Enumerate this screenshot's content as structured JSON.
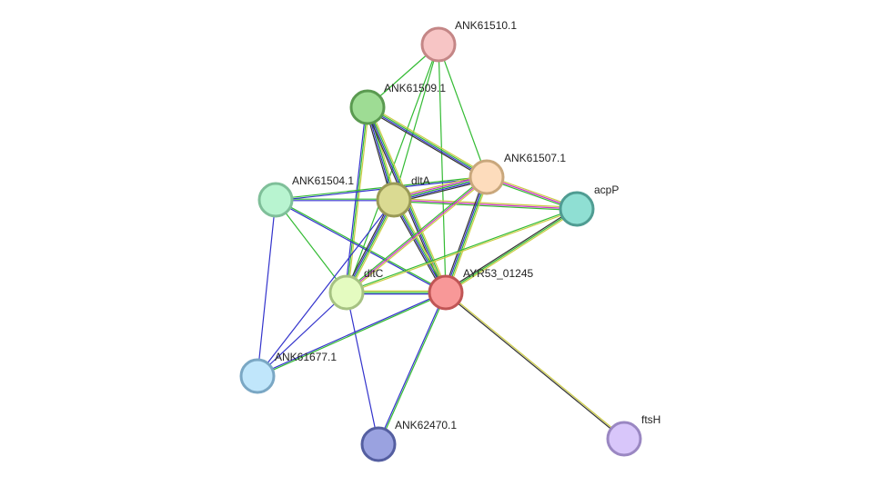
{
  "network": {
    "nodes": [
      {
        "id": "ANK61510.1",
        "label": "ANK61510.1",
        "fill": "#f7c5c5",
        "stroke": "#c48686"
      },
      {
        "id": "ANK61509.1",
        "label": "ANK61509.1",
        "fill": "#9edc94",
        "stroke": "#5a9a50"
      },
      {
        "id": "ANK61507.1",
        "label": "ANK61507.1",
        "fill": "#fddcbc",
        "stroke": "#c9a77c"
      },
      {
        "id": "acpP",
        "label": "acpP",
        "fill": "#8fdfd3",
        "stroke": "#4f9c92"
      },
      {
        "id": "ANK61504.1",
        "label": "ANK61504.1",
        "fill": "#b8f4d0",
        "stroke": "#7fbf99"
      },
      {
        "id": "dltA",
        "label": "dltA",
        "fill": "#dada92",
        "stroke": "#9a9a56"
      },
      {
        "id": "dltC",
        "label": "dltC",
        "fill": "#e4fbc0",
        "stroke": "#a6c282"
      },
      {
        "id": "AYR53_01245",
        "label": "AYR53_01245",
        "fill": "#f89898",
        "stroke": "#c05555"
      },
      {
        "id": "ANK61677.1",
        "label": "ANK61677.1",
        "fill": "#c0e6fb",
        "stroke": "#7aa7c4"
      },
      {
        "id": "ANK62470.1",
        "label": "ANK62470.1",
        "fill": "#9aa2e0",
        "stroke": "#545ea0"
      },
      {
        "id": "ftsH",
        "label": "ftsH",
        "fill": "#d8c6fa",
        "stroke": "#9a87c2"
      }
    ],
    "edges": [
      {
        "source": "ANK61510.1",
        "target": "ANK61509.1",
        "colors": [
          "#33bb33"
        ]
      },
      {
        "source": "ANK61510.1",
        "target": "dltA",
        "colors": [
          "#33bb33"
        ]
      },
      {
        "source": "ANK61510.1",
        "target": "ANK61507.1",
        "colors": [
          "#33bb33"
        ]
      },
      {
        "source": "ANK61510.1",
        "target": "AYR53_01245",
        "colors": [
          "#33bb33"
        ]
      },
      {
        "source": "ANK61510.1",
        "target": "dltC",
        "colors": [
          "#33bb33"
        ]
      },
      {
        "source": "ANK61509.1",
        "target": "dltA",
        "colors": [
          "#cccc44",
          "#33bb33",
          "#3333cc",
          "#333333"
        ]
      },
      {
        "source": "ANK61509.1",
        "target": "ANK61507.1",
        "colors": [
          "#cccc44",
          "#33bb33",
          "#3333cc",
          "#333333"
        ]
      },
      {
        "source": "ANK61509.1",
        "target": "AYR53_01245",
        "colors": [
          "#cccc44",
          "#33bb33",
          "#3333cc",
          "#333333"
        ]
      },
      {
        "source": "ANK61509.1",
        "target": "dltC",
        "colors": [
          "#cccc44",
          "#33bb33",
          "#3333cc"
        ]
      },
      {
        "source": "ANK61504.1",
        "target": "dltA",
        "colors": [
          "#33bb33",
          "#3333cc"
        ]
      },
      {
        "source": "ANK61504.1",
        "target": "ANK61507.1",
        "colors": [
          "#33bb33",
          "#3333cc"
        ]
      },
      {
        "source": "ANK61504.1",
        "target": "AYR53_01245",
        "colors": [
          "#33bb33",
          "#3333cc"
        ]
      },
      {
        "source": "ANK61504.1",
        "target": "dltC",
        "colors": [
          "#33bb33"
        ]
      },
      {
        "source": "ANK61504.1",
        "target": "ANK61677.1",
        "colors": [
          "#3333cc"
        ]
      },
      {
        "source": "dltA",
        "target": "ANK61507.1",
        "colors": [
          "#cccc44",
          "#cc33cc",
          "#33bb33",
          "#3333cc",
          "#333333"
        ]
      },
      {
        "source": "dltA",
        "target": "acpP",
        "colors": [
          "#cccc44",
          "#cc33cc",
          "#33bb33"
        ]
      },
      {
        "source": "dltA",
        "target": "AYR53_01245",
        "colors": [
          "#cccc44",
          "#33bb33",
          "#3333cc",
          "#333333"
        ]
      },
      {
        "source": "dltA",
        "target": "dltC",
        "colors": [
          "#cccc44",
          "#33bb33",
          "#3333cc",
          "#333333"
        ]
      },
      {
        "source": "ANK61507.1",
        "target": "acpP",
        "colors": [
          "#cccc44",
          "#cc33cc",
          "#33bb33"
        ]
      },
      {
        "source": "ANK61507.1",
        "target": "AYR53_01245",
        "colors": [
          "#cccc44",
          "#33bb33",
          "#3333cc",
          "#333333"
        ]
      },
      {
        "source": "ANK61507.1",
        "target": "dltC",
        "colors": [
          "#cccc44",
          "#cc33cc",
          "#33bb33"
        ]
      },
      {
        "source": "acpP",
        "target": "AYR53_01245",
        "colors": [
          "#cccc44",
          "#33bb33",
          "#333333"
        ]
      },
      {
        "source": "acpP",
        "target": "dltC",
        "colors": [
          "#cccc44",
          "#33bb33"
        ]
      },
      {
        "source": "dltC",
        "target": "AYR53_01245",
        "colors": [
          "#cccc44",
          "#33bb33",
          "#3333cc"
        ]
      },
      {
        "source": "dltC",
        "target": "ANK61677.1",
        "colors": [
          "#3333cc"
        ]
      },
      {
        "source": "dltC",
        "target": "ANK62470.1",
        "colors": [
          "#3333cc"
        ]
      },
      {
        "source": "dltA",
        "target": "ANK61677.1",
        "colors": [
          "#3333cc"
        ]
      },
      {
        "source": "AYR53_01245",
        "target": "ANK61677.1",
        "colors": [
          "#33bb33",
          "#3333cc"
        ]
      },
      {
        "source": "AYR53_01245",
        "target": "ANK62470.1",
        "colors": [
          "#33bb33",
          "#3333cc"
        ]
      },
      {
        "source": "AYR53_01245",
        "target": "ftsH",
        "colors": [
          "#cccc44",
          "#333333"
        ]
      }
    ]
  }
}
